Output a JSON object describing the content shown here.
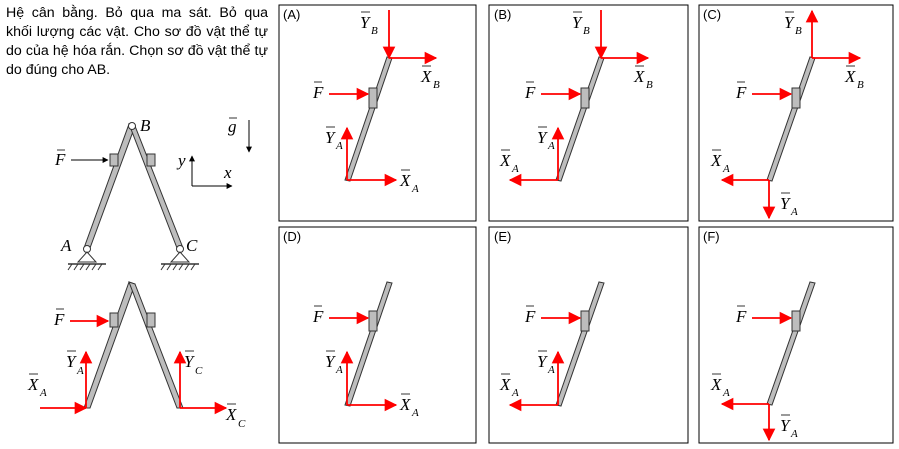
{
  "question": "Hệ cân bằng. Bỏ qua ma sát. Bỏ qua khối lượng các vật. Cho sơ đồ vật thể tự do của hệ hóa rắn. Chọn sơ đồ vật thể tự do đúng cho AB.",
  "top_diagram": {
    "force": "F",
    "point_a": "A",
    "point_b": "B",
    "point_c": "C",
    "gravity": "g",
    "axis_x": "x",
    "axis_y": "y"
  },
  "bottom_diagram": {
    "force": "F",
    "xa": "X",
    "xa_sub": "A",
    "ya": "Y",
    "ya_sub": "A",
    "xc": "X",
    "xc_sub": "C",
    "yc": "Y",
    "yc_sub": "C"
  },
  "options": [
    {
      "label": "(A)"
    },
    {
      "label": "(B)"
    },
    {
      "label": "(C)"
    },
    {
      "label": "(D)"
    },
    {
      "label": "(E)"
    },
    {
      "label": "(F)"
    }
  ],
  "panel_text": {
    "f": "F",
    "x": "X",
    "y": "Y",
    "sub_a": "A",
    "sub_b": "B"
  },
  "colors": {
    "force_arrow": "#ff0000",
    "rod_fill": "#bdbdbd",
    "panel_border": "#000000"
  }
}
